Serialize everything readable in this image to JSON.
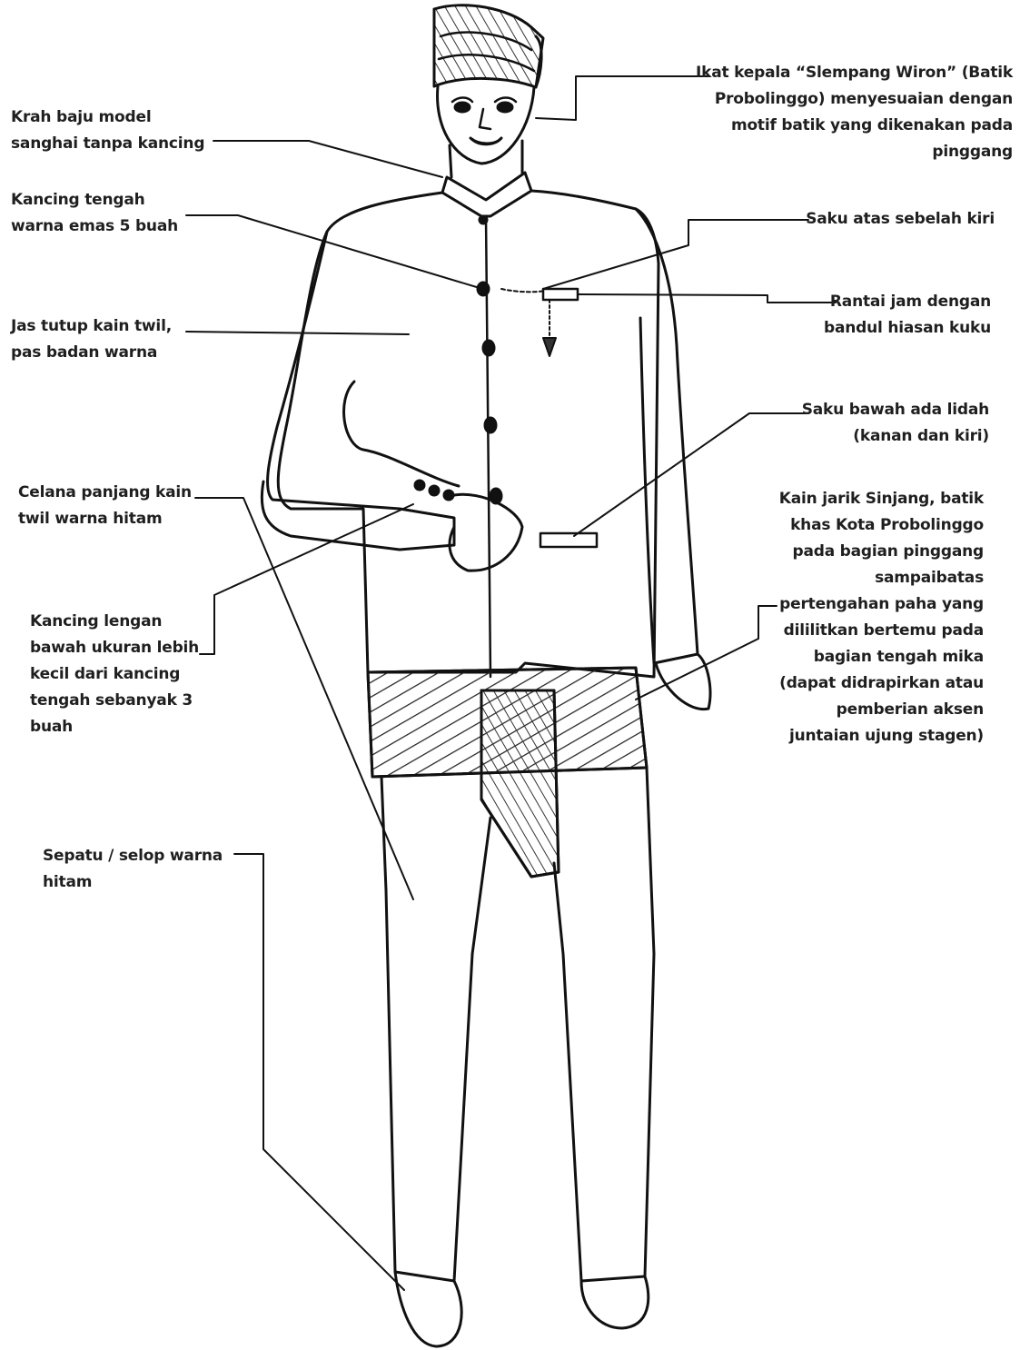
{
  "labels": {
    "krah": "Krah baju model\nsanghai tanpa kancing",
    "kancing_tengah": "Kancing tengah\nwarna emas 5 buah",
    "jas": "Jas tutup kain twil,\npas badan warna",
    "celana": "Celana panjang  kain\ntwil warna hitam",
    "kancing_lengan": "Kancing lengan\nbawah ukuran lebih\nkecil dari kancing\ntengah sebanyak 3\nbuah",
    "sepatu": "Sepatu / selop warna\nhitam",
    "ikat_kepala": "Ikat kepala “Slempang Wiron” (Batik\nProbolinggo) menyesuaian dengan\nmotif batik yang dikenakan pada\npinggang",
    "saku_atas": "Saku atas sebelah kiri",
    "rantai": "Rantai jam dengan\nbandul hiasan kuku",
    "saku_bawah": "Saku bawah ada lidah\n(kanan dan kiri)",
    "kain_jarik": "Kain jarik  Sinjang, batik\nkhas Kota Probolinggo\npada bagian pinggang\nsampaibatas\npertengahan paha yang\ndililitkan bertemu pada\nbagian tengah mika\n(dapat didrapirkan atau\npemberian aksen\njuntaian ujung stagen)"
  }
}
